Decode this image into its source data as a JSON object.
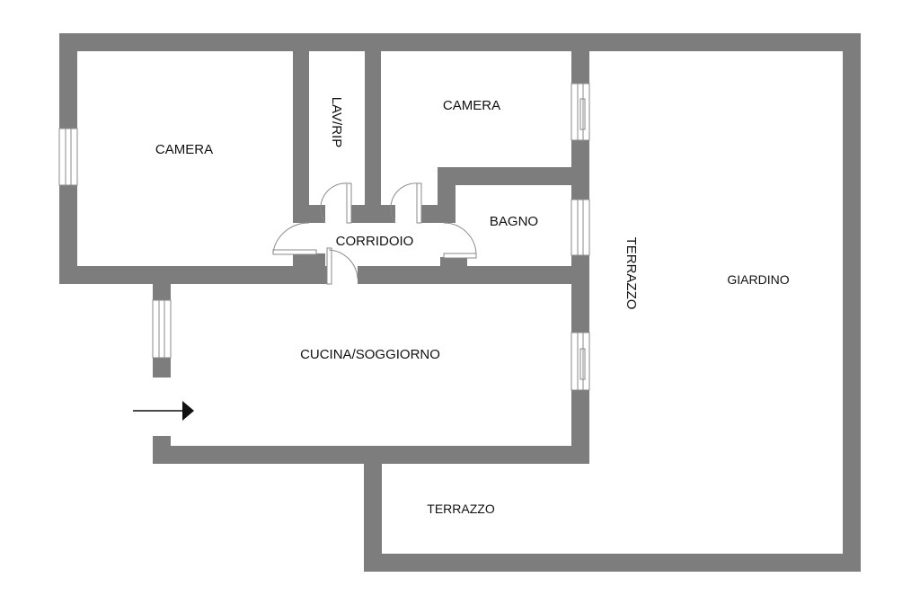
{
  "plan": {
    "rooms": {
      "camera_left": "CAMERA",
      "lav_rip": "LAV/RIP",
      "camera_top": "CAMERA",
      "bagno": "BAGNO",
      "corridoio": "CORRIDOIO",
      "cucina_soggiorno": "CUCINA/SOGGIORNO",
      "terrazzo_vertical": "TERRAZZO",
      "terrazzo_bottom": "TERRAZZO",
      "giardino": "GIARDINO"
    },
    "entrance_icon": "arrow-right-icon"
  }
}
